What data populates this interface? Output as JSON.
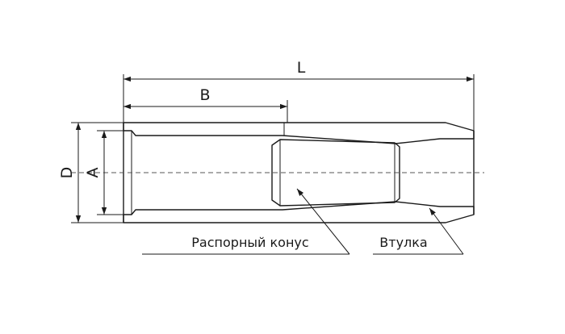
{
  "dimensions": {
    "L": "L",
    "B": "B",
    "D": "D",
    "A": "A"
  },
  "callouts": {
    "cone": "Распорный конус",
    "sleeve": "Втулка"
  }
}
